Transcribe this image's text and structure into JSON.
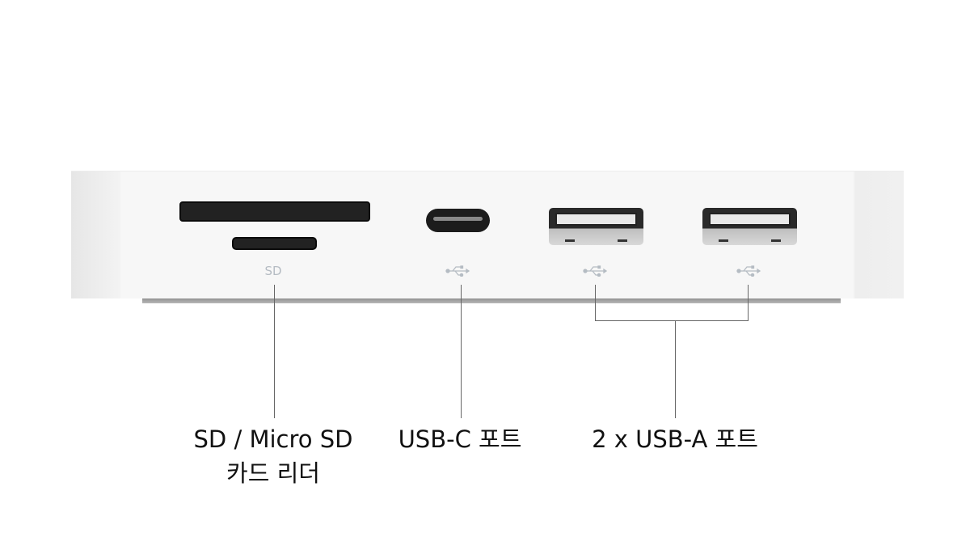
{
  "device": {
    "sd_marking": "SD",
    "usb_icons": [
      "usb-icon",
      "usb-icon",
      "usb-icon"
    ]
  },
  "labels": {
    "card_reader_line1": "SD / Micro SD",
    "card_reader_line2": "카드 리더",
    "usb_c": "USB-C 포트",
    "usb_a": "2 x USB-A 포트"
  }
}
